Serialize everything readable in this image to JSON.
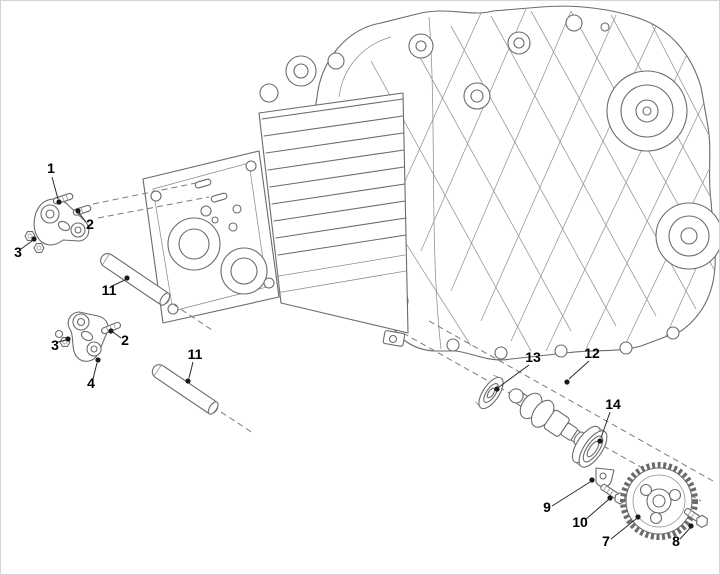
{
  "page": {
    "background": "#ffffff",
    "border_color": "#d4d4d4"
  },
  "diagram": {
    "type": "exploded-parts-diagram",
    "colors": {
      "line": "#6b6b6b",
      "dashed": "#7a7a7a",
      "callout_text": "#000000"
    },
    "callouts": [
      {
        "label": "1"
      },
      {
        "label": "2"
      },
      {
        "label": "3"
      },
      {
        "label": "11"
      },
      {
        "label": "3"
      },
      {
        "label": "2"
      },
      {
        "label": "4"
      },
      {
        "label": "11"
      },
      {
        "label": "13"
      },
      {
        "label": "12"
      },
      {
        "label": "14"
      },
      {
        "label": "9"
      },
      {
        "label": "10"
      },
      {
        "label": "7"
      },
      {
        "label": "8"
      }
    ]
  }
}
